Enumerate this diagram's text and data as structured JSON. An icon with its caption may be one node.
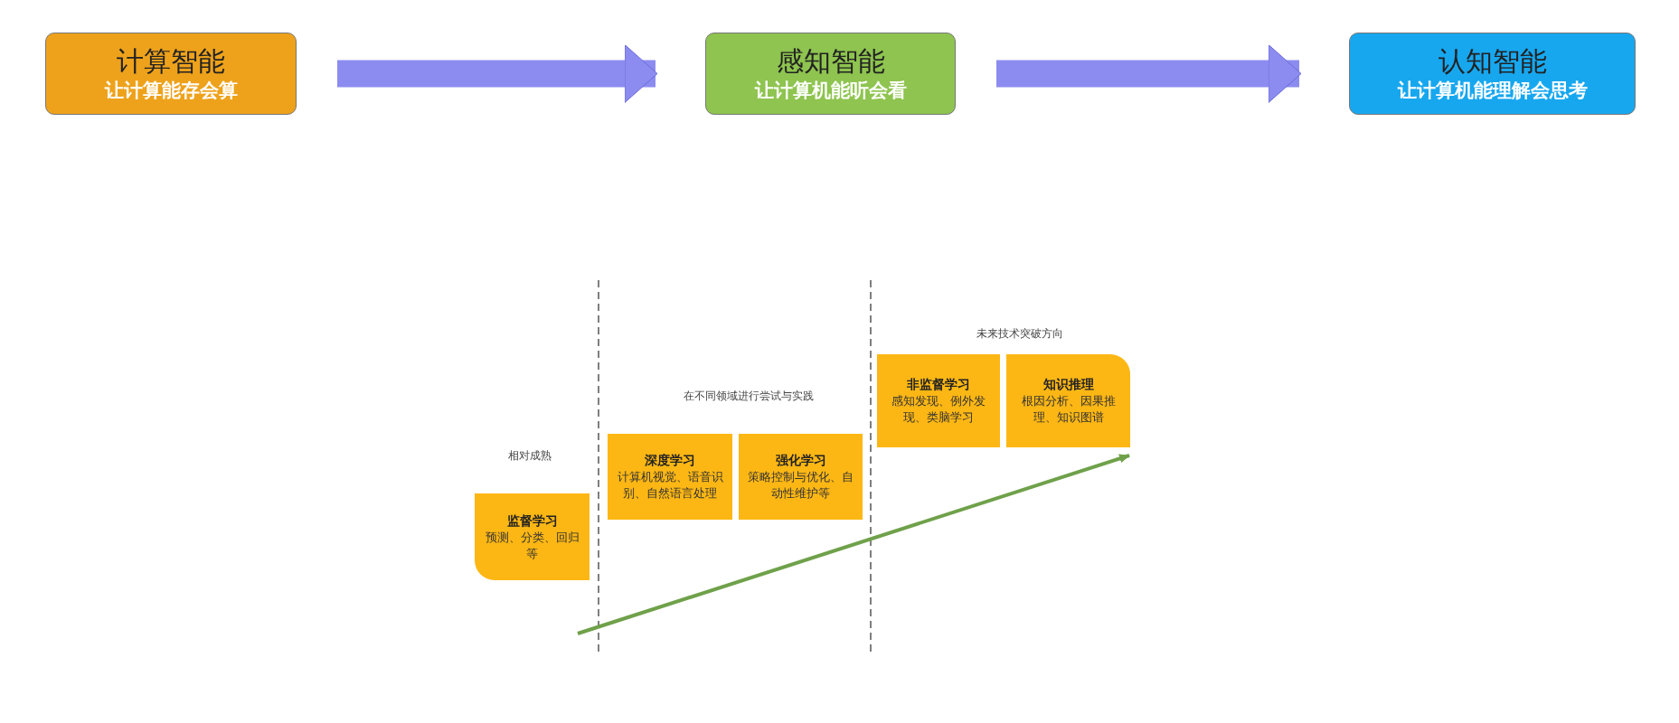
{
  "diagram": {
    "nodes": [
      {
        "text": [
          "计算智能",
          "让计算能存会算"
        ]
      },
      {
        "text": [
          "感知智能",
          "让计算机能听会看"
        ]
      },
      {
        "text": [
          "认知智能",
          "让计算机能理解会思考"
        ]
      },
      {
        "text": [
          "监督学习",
          "预测、分类、回归等"
        ]
      },
      {
        "text": [
          "深度学习",
          "计算机视觉、语音识别、自然语言处理"
        ]
      },
      {
        "text": [
          "强化学习",
          "策略控制与优化、自动性维护等"
        ]
      },
      {
        "text": [
          "非监督学习",
          "感知发现、例外发现、类脑学习"
        ]
      },
      {
        "text": [
          "知识推理",
          "根因分析、因果推理、知识图谱"
        ]
      }
    ],
    "edges": [
      {
        "from": 0,
        "to": 1,
        "arrow": "to"
      },
      {
        "from": 1,
        "to": 2,
        "arrow": "to"
      }
    ],
    "labels": [
      "相对成熟",
      "在不同领域进行尝试与实践",
      "未来技术突破方向"
    ]
  }
}
